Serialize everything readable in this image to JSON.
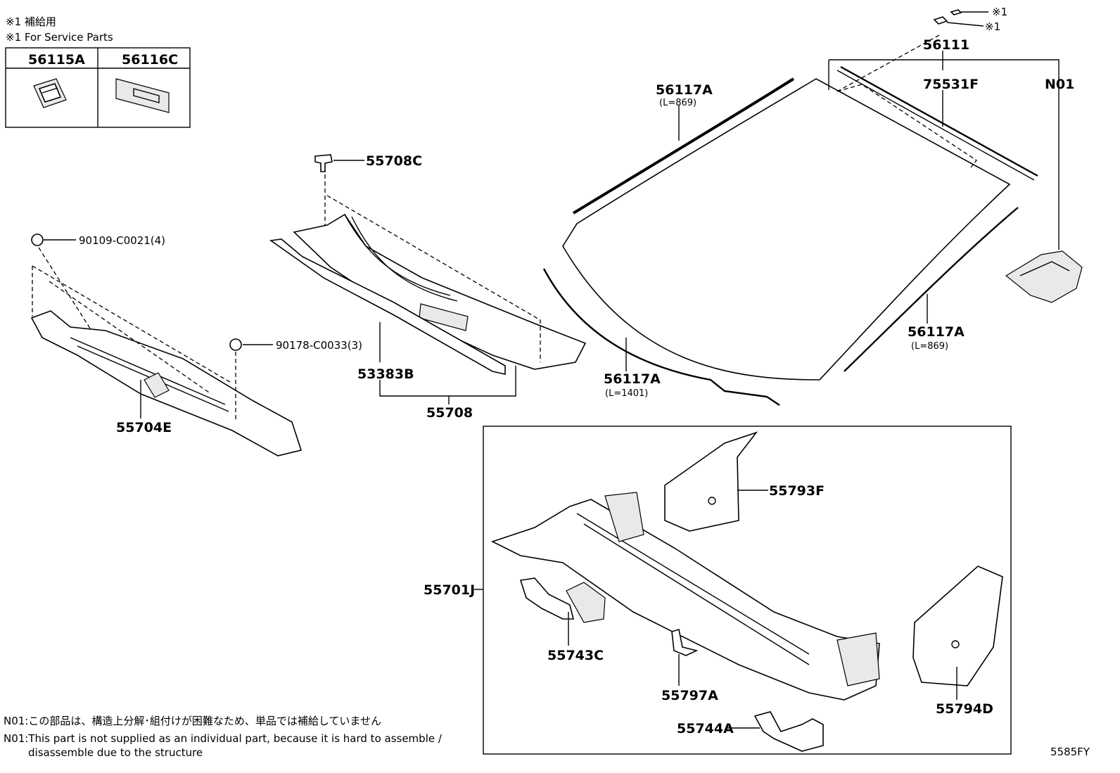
{
  "legend": {
    "line1": "※1 補給用",
    "line2": "※1 For Service Parts",
    "table_headers": [
      "56115A",
      "56116C"
    ]
  },
  "callouts": {
    "star_a": "※1",
    "star_b": "※1",
    "p56111": "56111",
    "p75531F": "75531F",
    "pN01": "N01",
    "p56117A_top": "56117A",
    "p56117A_top_len": "(L=869)",
    "p56117A_right": "56117A",
    "p56117A_right_len": "(L=869)",
    "p56117A_bottom": "56117A",
    "p56117A_bottom_len": "(L=1401)",
    "p55708C": "55708C",
    "p90109": "90109-C0021(4)",
    "p90178": "90178-C0033(3)",
    "p53383B": "53383B",
    "p55708": "55708",
    "p55704E": "55704E",
    "p55793F": "55793F",
    "p55701J": "55701J",
    "p55743C": "55743C",
    "p55797A": "55797A",
    "p55744A": "55744A",
    "p55794D": "55794D"
  },
  "notes": {
    "jp": "N01:この部品は、構造上分解･組付けが困難なため、単品では補給していません",
    "en_line1": "N01:This part is not supplied as an individual part, because it is hard to assemble /",
    "en_line2": "disassemble due to the structure"
  },
  "figure_code": "5585FY"
}
